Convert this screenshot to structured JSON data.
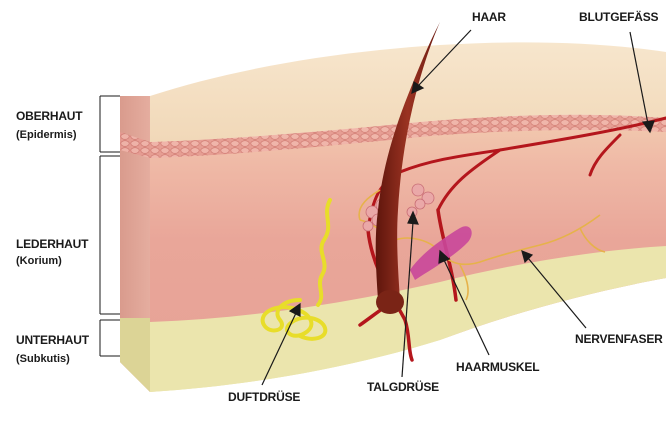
{
  "labels": {
    "haar": "HAAR",
    "blutgefaess": "BLUTGEFÄSS",
    "oberhaut": "OBERHAUT",
    "oberhaut_sub": "(Epidermis)",
    "lederhaut": "LEDERHAUT",
    "lederhaut_sub": "(Korium)",
    "unterhaut": "UNTERHAUT",
    "unterhaut_sub": "(Subkutis)",
    "duftdruese": "DUFTDRÜSE",
    "talgdruese": "TALGDRÜSE",
    "haarmuskel": "HAARMUSKEL",
    "nervenfaser": "NERVENFASER"
  },
  "colors": {
    "epidermis": "#f3d6b6",
    "dermis": "#e9a79a",
    "subcutis": "#ece9b5",
    "hair": "#8a2a1c",
    "blood_vessel": "#b4161c",
    "nerve": "#e6b24a",
    "sweat_gland": "#e8dd2a",
    "muscle": "#c9479a",
    "sebaceous": "#e8a8a8"
  }
}
